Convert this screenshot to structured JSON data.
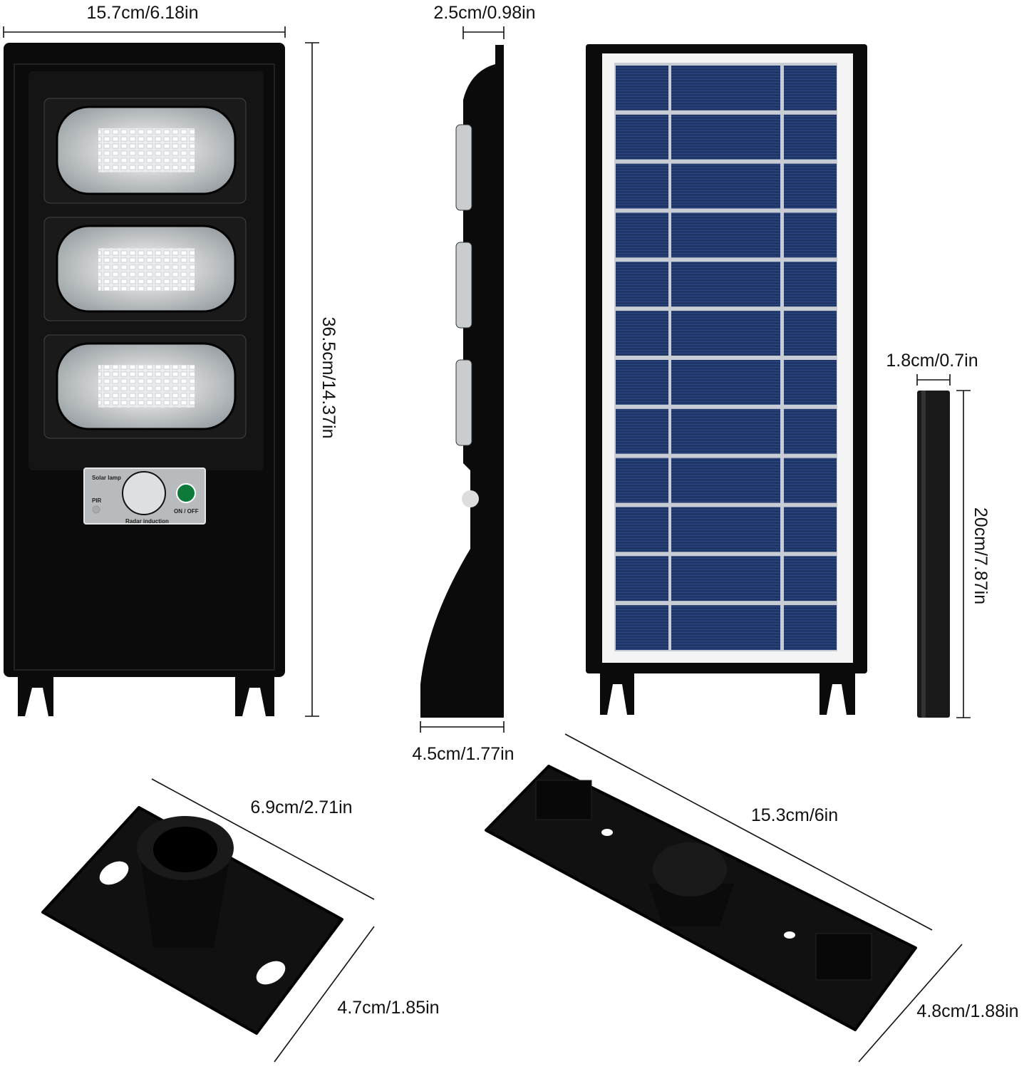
{
  "dimensions": {
    "lamp_width": "15.7cm/6.18in",
    "lamp_height": "36.5cm/14.37in",
    "lamp_depth_top": "2.5cm/0.98in",
    "lamp_depth_bottom": "4.5cm/1.77in",
    "pole_diameter": "1.8cm/0.7in",
    "pole_length": "20cm/7.87in",
    "small_bracket_length": "6.9cm/2.71in",
    "small_bracket_width": "4.7cm/1.85in",
    "large_bracket_length": "15.3cm/6in",
    "large_bracket_width": "4.8cm/1.88in"
  },
  "control_panel": {
    "title": "Solar lamp",
    "pir": "PIR",
    "switch": "ON / OFF",
    "sensor": "Radar induction"
  },
  "colors": {
    "body": "#0b0b0b",
    "panel_cell": "#1f3566",
    "switch": "#0e7a3a"
  }
}
